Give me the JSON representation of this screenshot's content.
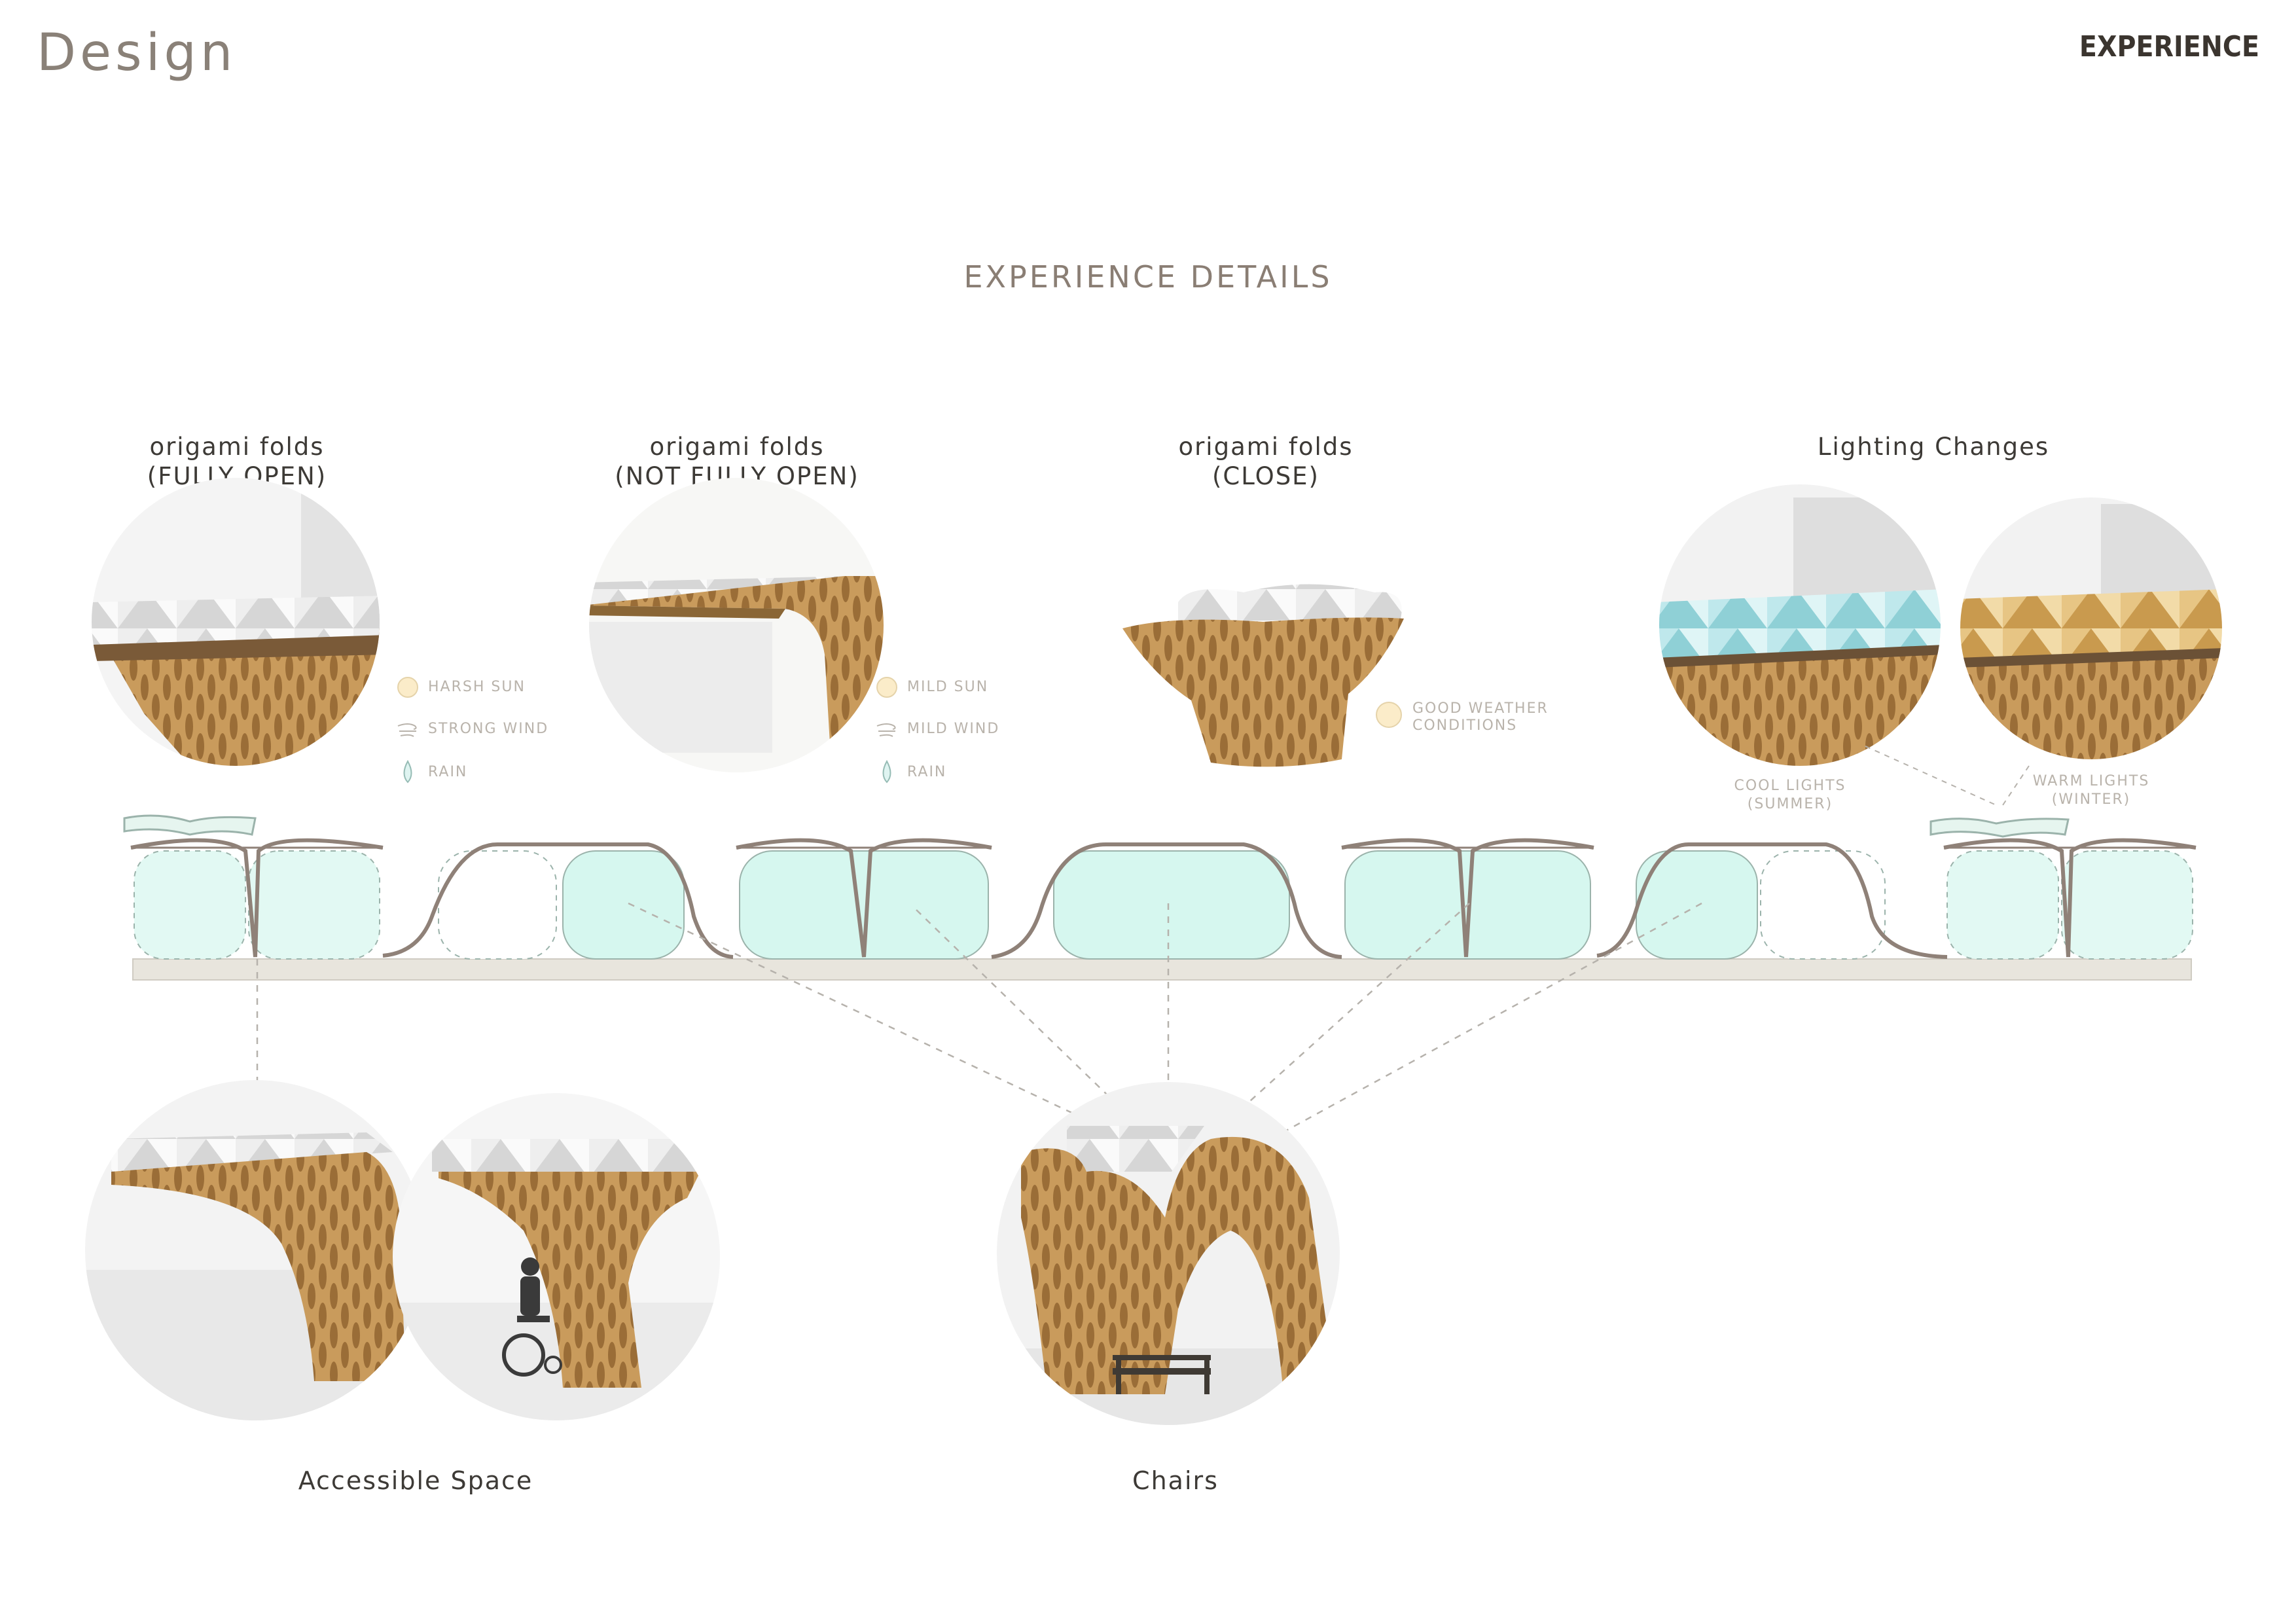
{
  "header": {
    "title": "Design",
    "section": "EXPERIENCE"
  },
  "section_title": "EXPERIENCE DETAILS",
  "top_panels": [
    {
      "line1": "origami folds",
      "line2": "(FULLY OPEN)"
    },
    {
      "line1": "origami folds",
      "line2": "(NOT FULLY OPEN)"
    },
    {
      "line1": "origami folds",
      "line2": "(CLOSE)"
    },
    {
      "line1": "Lighting Changes",
      "line2": ""
    }
  ],
  "legends": {
    "fully_open": [
      "HARSH SUN",
      "STRONG WIND",
      "RAIN"
    ],
    "not_fully_open": [
      "MILD SUN",
      "MILD WIND",
      "RAIN"
    ],
    "close": [
      "GOOD WEATHER",
      "CONDITIONS"
    ]
  },
  "lighting": {
    "cool": {
      "line1": "COOL LIGHTS",
      "line2": "(SUMMER)"
    },
    "warm": {
      "line1": "WARM LIGHTS",
      "line2": "(WINTER)"
    }
  },
  "bottom_panels": {
    "accessible": "Accessible Space",
    "chairs": "Chairs"
  },
  "colors": {
    "wood": "#c89a5a",
    "wood_dark": "#9a6c34",
    "panel_fill": "#dff8f2",
    "roof": "#8b7f76",
    "ground": "#e8e5dd"
  }
}
